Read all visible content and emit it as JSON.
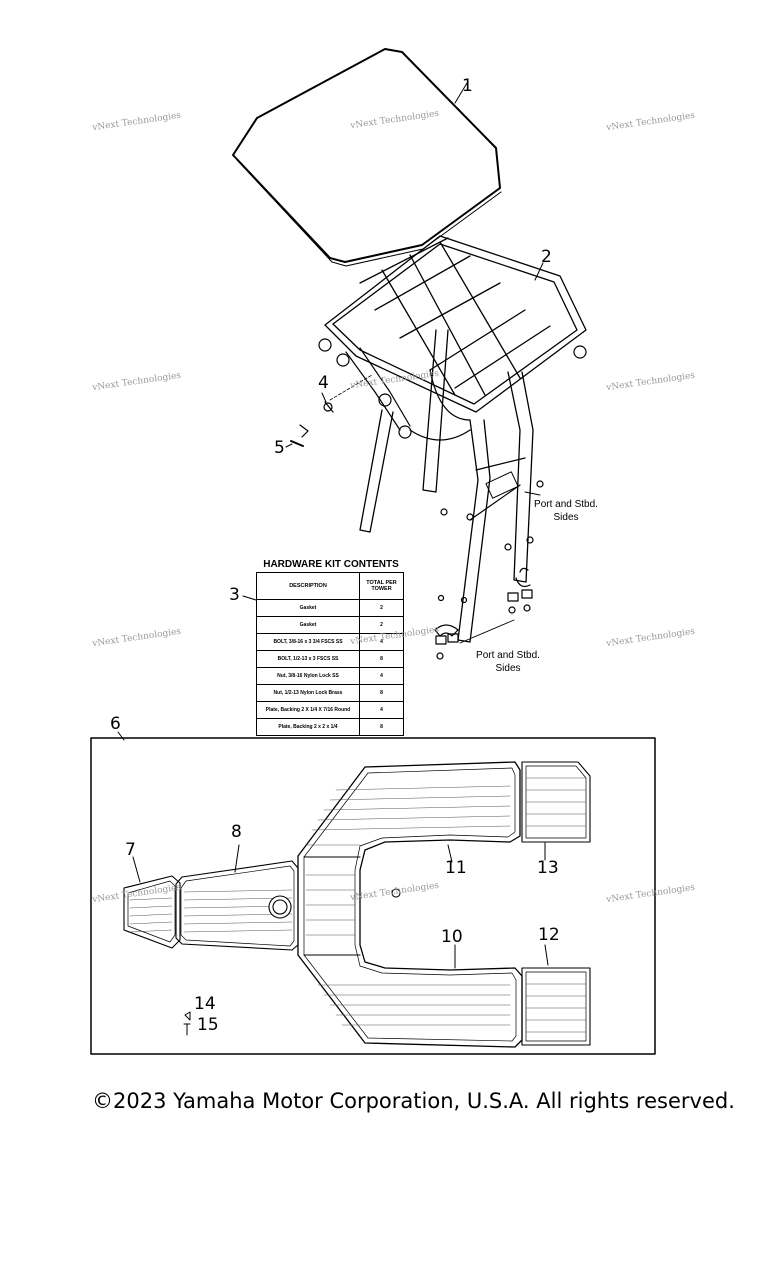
{
  "callouts": [
    "1",
    "2",
    "3",
    "4",
    "5",
    "6",
    "7",
    "8",
    "10",
    "11",
    "12",
    "13",
    "14",
    "15"
  ],
  "watermark": "vNext Technologies",
  "side_note": "Port and Stbd. Sides",
  "hardware_kit": {
    "title": "HARDWARE KIT CONTENTS",
    "headers": [
      "DESCRIPTION",
      "TOTAL PER TOWER"
    ],
    "rows": [
      [
        "Gasket",
        "2"
      ],
      [
        "Gasket",
        "2"
      ],
      [
        "BOLT, 3/8-16 x 3 3/4 FSCS SS",
        "4"
      ],
      [
        "BOLT, 1/2-13 x 3 FSCS SS",
        "8"
      ],
      [
        "Nut, 3/8-16 Nylon Lock SS",
        "4"
      ],
      [
        "Nut, 1/2-13 Nylon Lock Brass",
        "8"
      ],
      [
        "Plate, Backing 2 X 1/4 X 7/16 Round",
        "4"
      ],
      [
        "Plate, Backing 2 x 2 x 1/4",
        "8"
      ]
    ]
  },
  "footer": "©2023 Yamaha Motor Corporation, U.S.A. All rights reserved."
}
